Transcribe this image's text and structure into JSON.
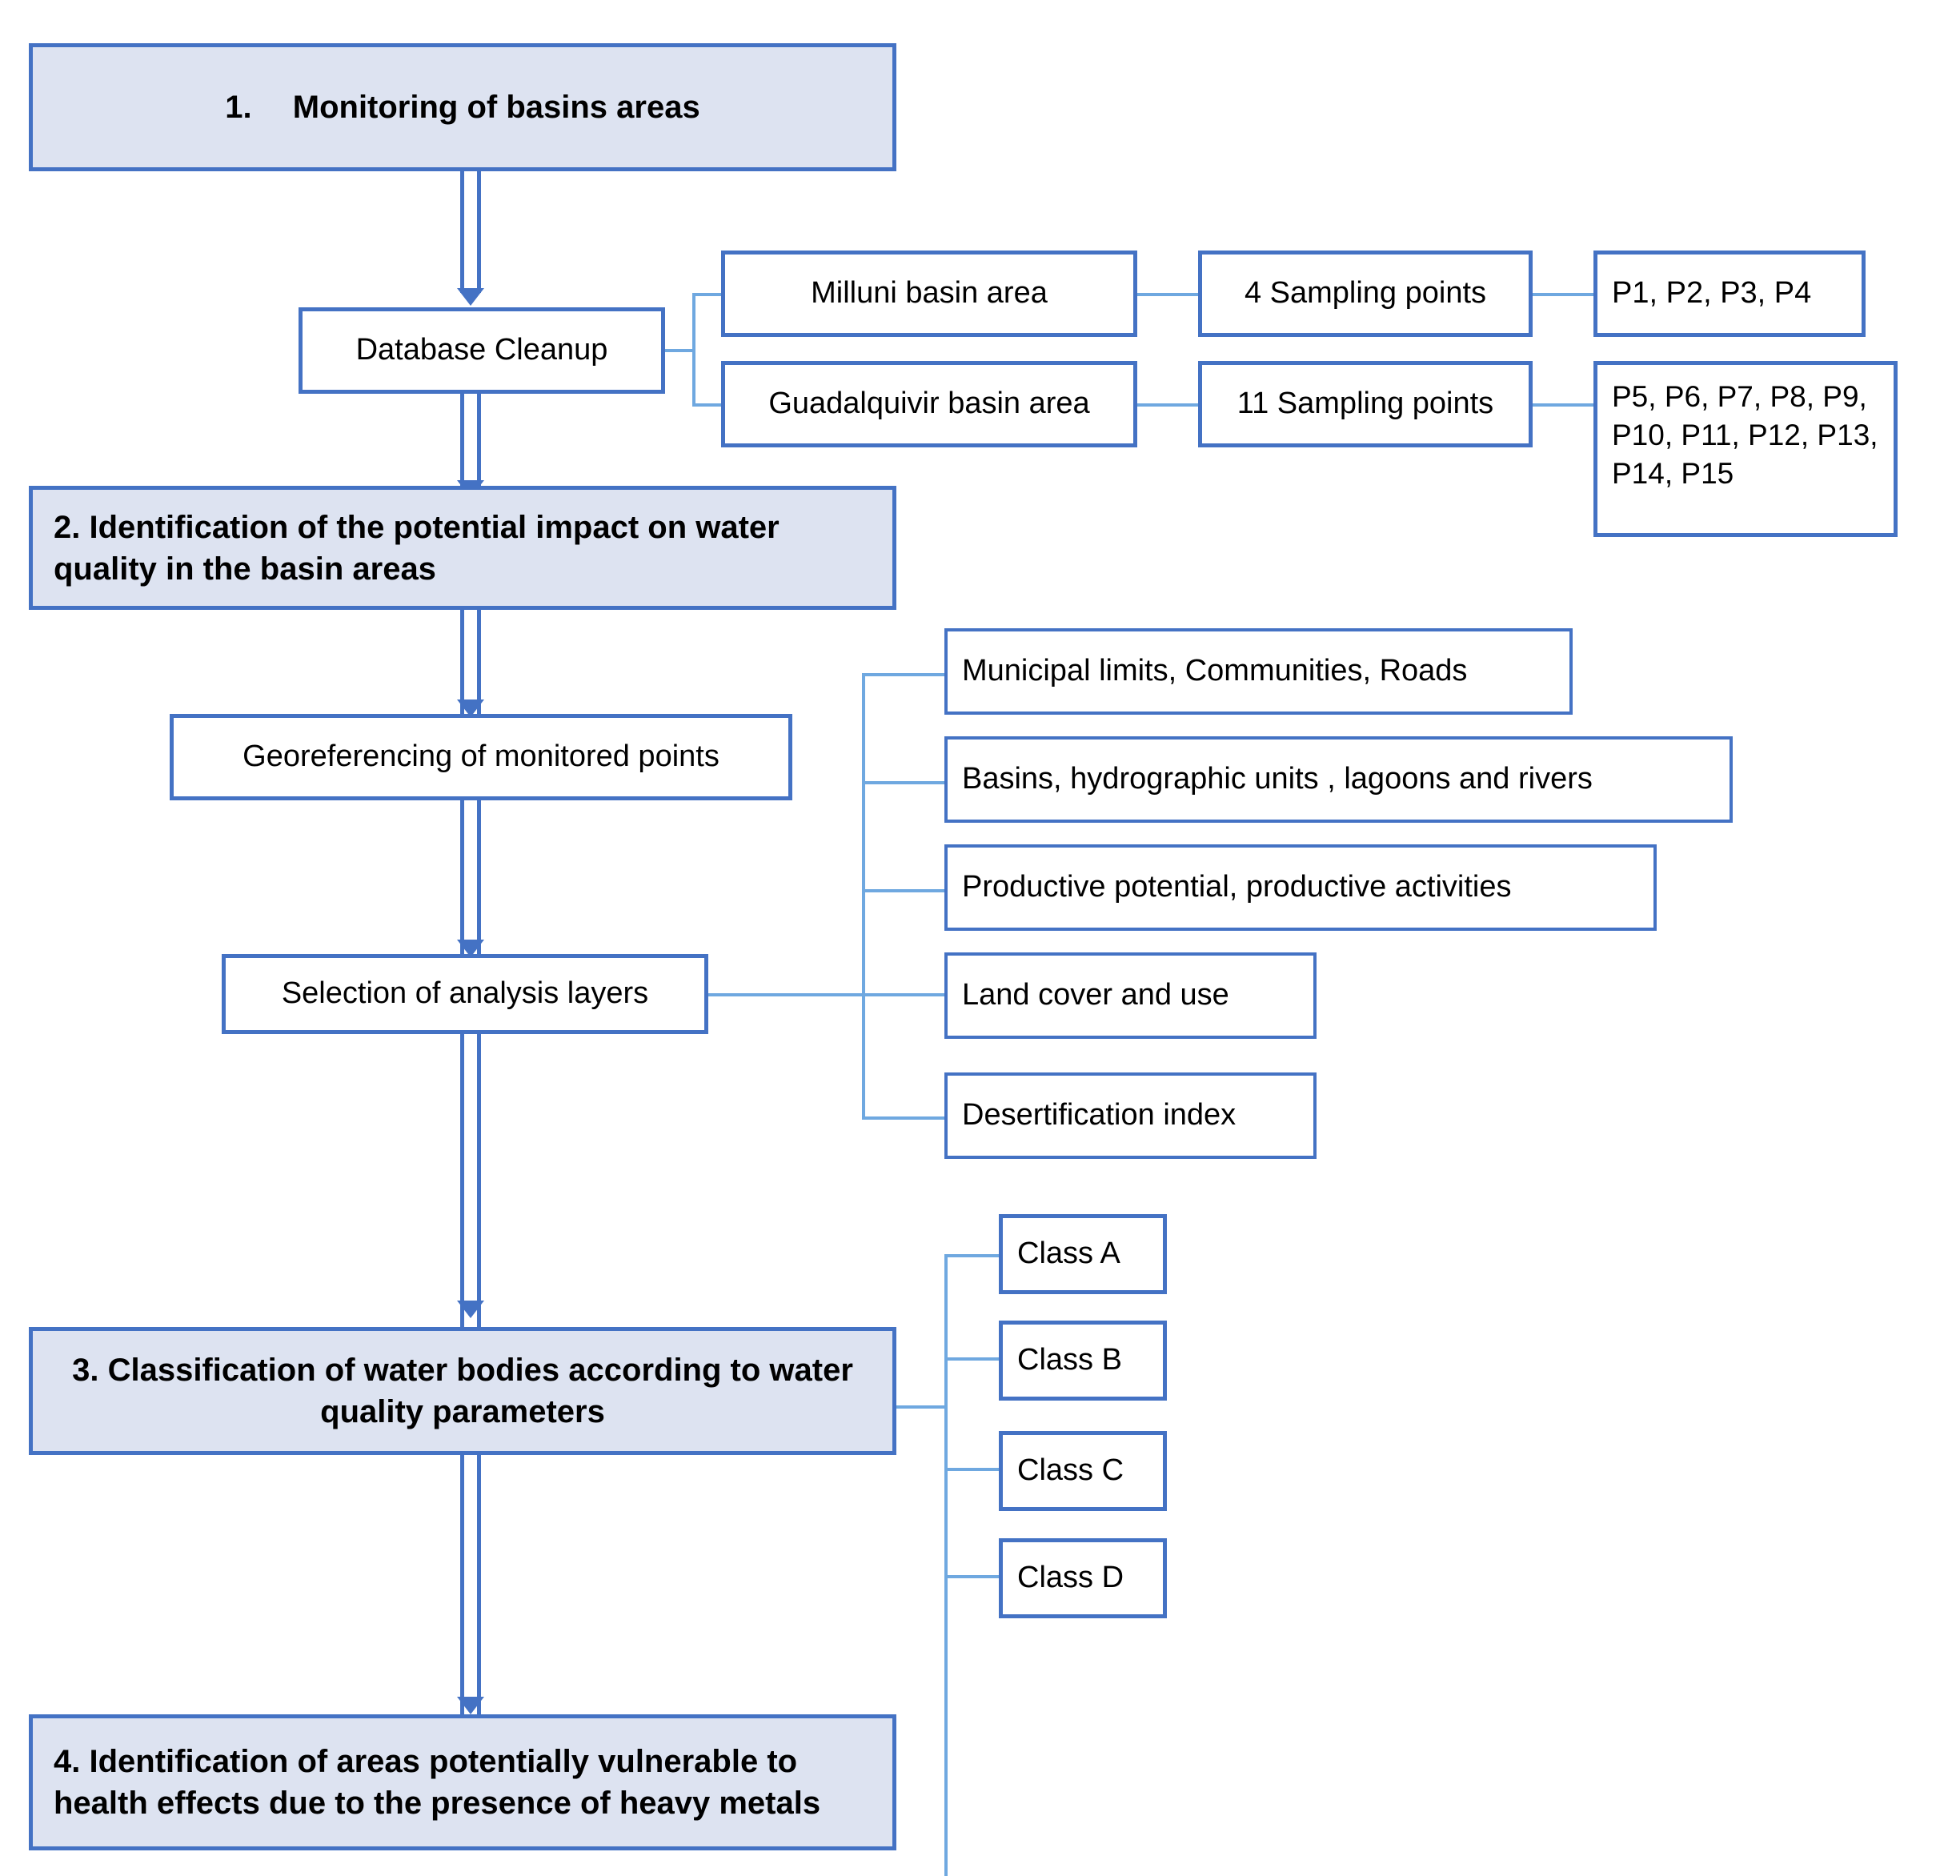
{
  "diagram": {
    "title": "Methodology flowchart for basin water quality assessment",
    "colors": {
      "stage_fill": "#dde3f1",
      "stage_border": "#4472c4",
      "leaf_border": "#4472c4",
      "connector": "#6fa8e0",
      "arrow": "#4472c4",
      "text": "#000000",
      "background": "#ffffff"
    }
  },
  "stages": {
    "stage1": "1.  Monitoring of basins areas",
    "stage2": "2. Identification of the potential impact on water quality in the basin areas",
    "stage3": "3. Classification of water bodies according to water quality parameters",
    "stage4": "4. Identification of areas potentially vulnerable to health effects due to the presence of heavy metals"
  },
  "process": {
    "database_cleanup": "Database Cleanup",
    "georeferencing": "Georeferencing  of monitored points",
    "selection_layers": "Selection of analysis layers"
  },
  "basins": [
    {
      "name": "Milluni basin area",
      "sampling": "4 Sampling points",
      "points": "P1, P2, P3, P4"
    },
    {
      "name": "Guadalquivir basin area",
      "sampling": "11 Sampling points",
      "points": "P5, P6, P7, P8, P9, P10, P11, P12, P13, P14, P15"
    }
  ],
  "layers": [
    "Municipal limits, Communities, Roads",
    "Basins, hydrographic units ,  lagoons and rivers",
    "Productive potential,  productive activities",
    "Land cover  and use",
    "Desertification index"
  ],
  "classes": [
    "Class A",
    "Class B",
    "Class C",
    "Class D"
  ]
}
